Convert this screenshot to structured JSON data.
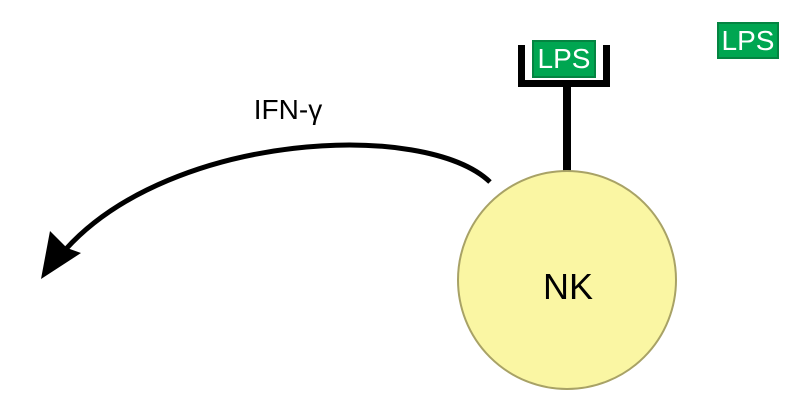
{
  "colors": {
    "background": "#FFFFFF",
    "ink": "#000000",
    "cell_fill": "#FAF6A3",
    "cell_border": "#A8A266",
    "ligand_fill": "#00A651",
    "ligand_border": "#048441",
    "ligand_text": "#FFFFFF"
  },
  "cell": {
    "label": "NK"
  },
  "ligand_bound": {
    "label": "LPS"
  },
  "ligand_free": {
    "label": "LPS"
  },
  "cytokine": {
    "label": "IFN-γ"
  }
}
